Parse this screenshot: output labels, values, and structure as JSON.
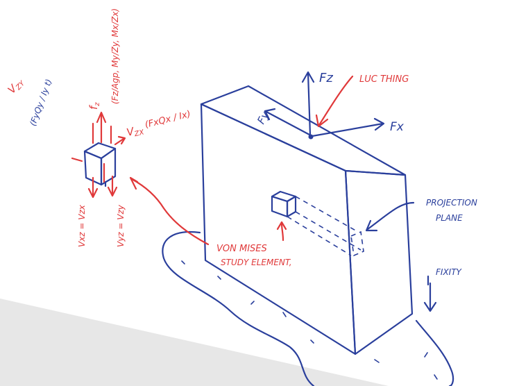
{
  "labels": {
    "fz": "Fz",
    "fx": "Fx",
    "fy": "Fy",
    "luc_thing": "LUC THING",
    "projection_line1": "PROJECTION",
    "projection_line2": "PLANE",
    "fixity": "FIXITY",
    "von_mises_line1": "VON MISES",
    "von_mises_line2": "STUDY ELEMENT,",
    "vzx_formula": "V",
    "vzx_sub": "ZX",
    "vzx_expr": "(FxQx / Ix)",
    "vzy_formula": "V",
    "vzy_sub": "ZY",
    "vzy_expr": "(FyQy / Iy t)",
    "fz_element": "f",
    "fz_element_sub": "z",
    "fz_expr": "(Fz/Agp, My/Zy, Mx/Zx)",
    "vxz": "Vxz = Vzx",
    "vyz": "Vyz = Vzy"
  },
  "colors": {
    "blue_ink": "#2a3f9c",
    "red_ink": "#e0393a",
    "paper": "#ffffff",
    "shadow": "#e7e7e7"
  }
}
